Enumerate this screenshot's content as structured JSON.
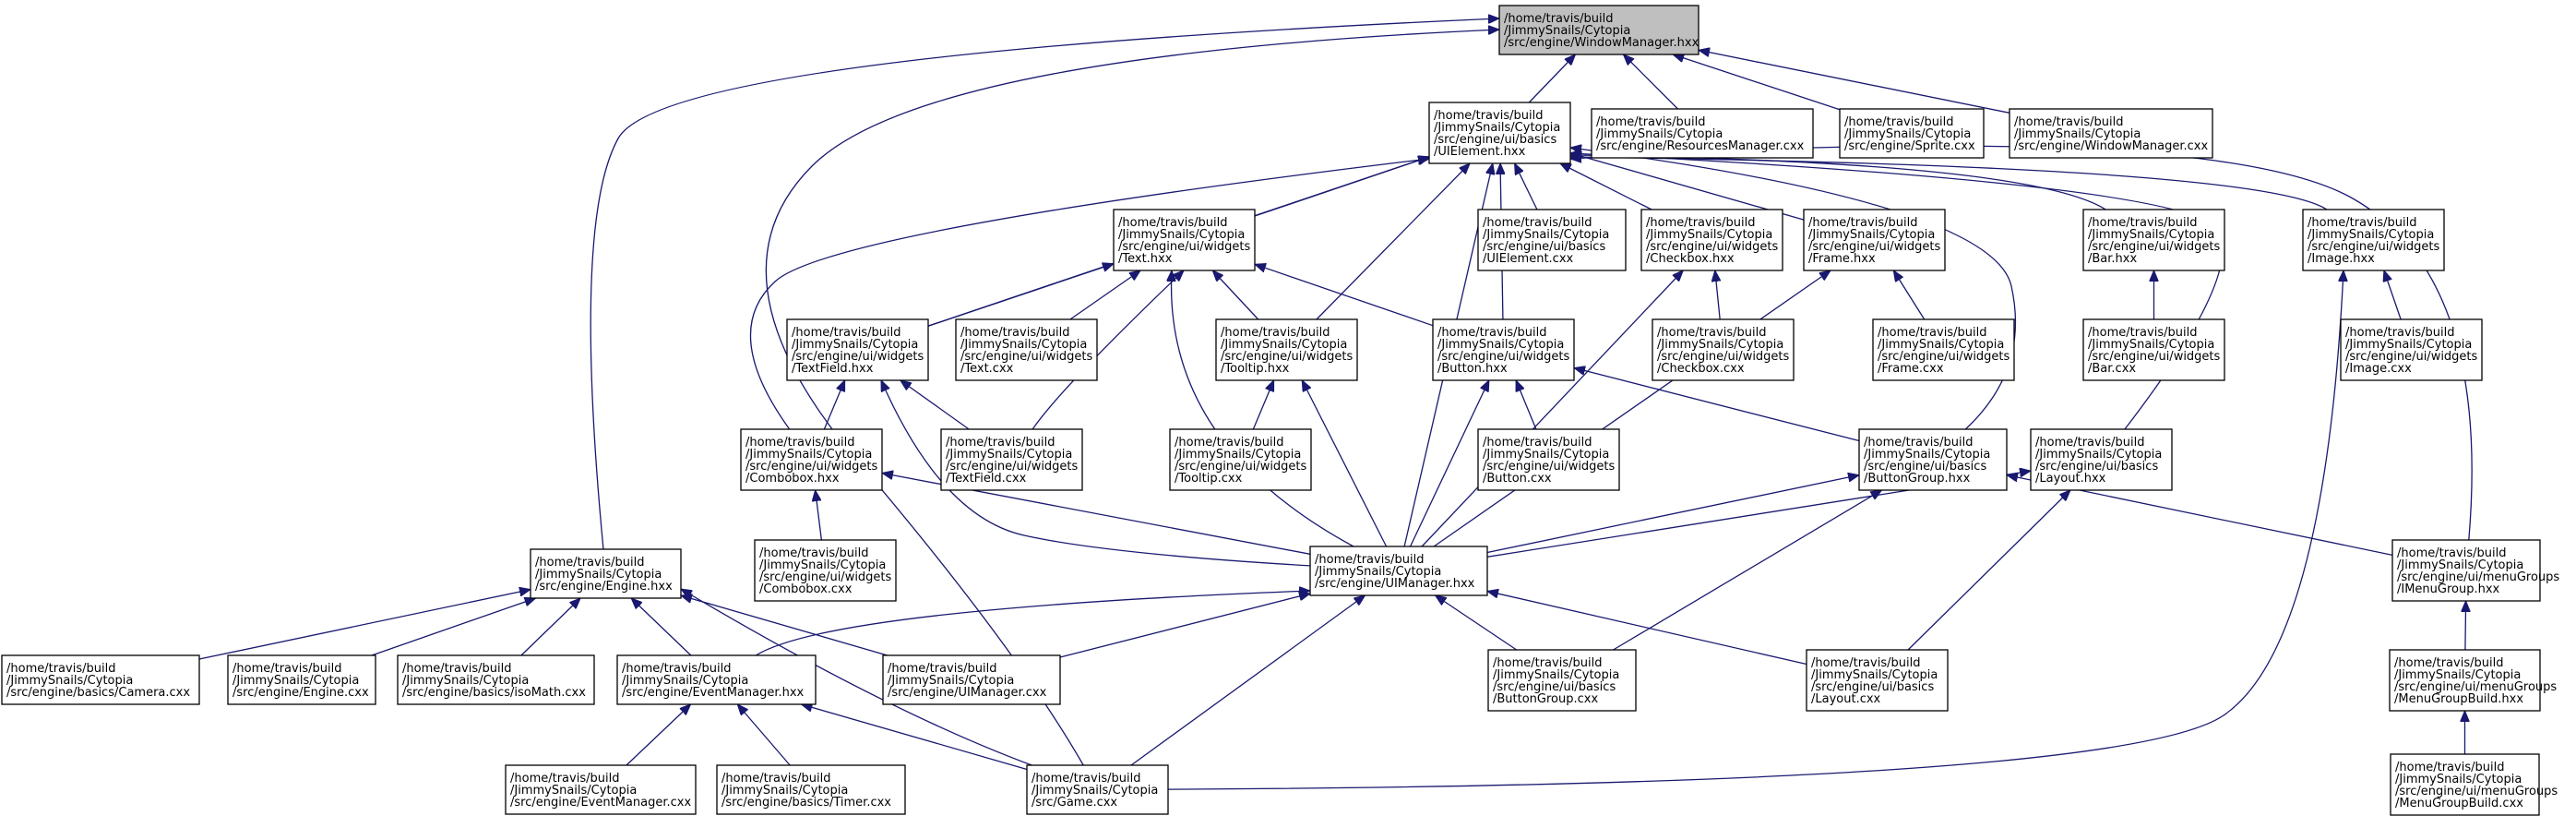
{
  "diagram": {
    "colors": {
      "edge": "#191970",
      "root_fill": "#bfbfbf",
      "node_fill": "#ffffff",
      "node_border": "#000000"
    },
    "nodes": [
      {
        "id": "n0",
        "lines": [
          "/home/travis/build",
          "/JimmySnails/Cytopia",
          "/src/engine/WindowManager.hxx"
        ],
        "root": true
      },
      {
        "id": "n1",
        "lines": [
          "/home/travis/build",
          "/JimmySnails/Cytopia",
          "/src/engine/ui/basics",
          "/UIElement.hxx"
        ]
      },
      {
        "id": "n2",
        "lines": [
          "/home/travis/build",
          "/JimmySnails/Cytopia",
          "/src/engine/ResourcesManager.cxx"
        ]
      },
      {
        "id": "n3",
        "lines": [
          "/home/travis/build",
          "/JimmySnails/Cytopia",
          "/src/engine/Sprite.cxx"
        ]
      },
      {
        "id": "n4",
        "lines": [
          "/home/travis/build",
          "/JimmySnails/Cytopia",
          "/src/engine/WindowManager.cxx"
        ]
      },
      {
        "id": "n5",
        "lines": [
          "/home/travis/build",
          "/JimmySnails/Cytopia",
          "/src/engine/ui/widgets",
          "/Text.hxx"
        ]
      },
      {
        "id": "n6",
        "lines": [
          "/home/travis/build",
          "/JimmySnails/Cytopia",
          "/src/engine/ui/basics",
          "/UIElement.cxx"
        ]
      },
      {
        "id": "n7",
        "lines": [
          "/home/travis/build",
          "/JimmySnails/Cytopia",
          "/src/engine/ui/widgets",
          "/Checkbox.hxx"
        ]
      },
      {
        "id": "n8",
        "lines": [
          "/home/travis/build",
          "/JimmySnails/Cytopia",
          "/src/engine/ui/widgets",
          "/Frame.hxx"
        ]
      },
      {
        "id": "n9",
        "lines": [
          "/home/travis/build",
          "/JimmySnails/Cytopia",
          "/src/engine/ui/widgets",
          "/Bar.hxx"
        ]
      },
      {
        "id": "n10",
        "lines": [
          "/home/travis/build",
          "/JimmySnails/Cytopia",
          "/src/engine/ui/widgets",
          "/Image.hxx"
        ]
      },
      {
        "id": "n11",
        "lines": [
          "/home/travis/build",
          "/JimmySnails/Cytopia",
          "/src/engine/ui/widgets",
          "/TextField.hxx"
        ]
      },
      {
        "id": "n12",
        "lines": [
          "/home/travis/build",
          "/JimmySnails/Cytopia",
          "/src/engine/ui/widgets",
          "/Text.cxx"
        ]
      },
      {
        "id": "n13",
        "lines": [
          "/home/travis/build",
          "/JimmySnails/Cytopia",
          "/src/engine/ui/widgets",
          "/Tooltip.hxx"
        ]
      },
      {
        "id": "n14",
        "lines": [
          "/home/travis/build",
          "/JimmySnails/Cytopia",
          "/src/engine/ui/widgets",
          "/Button.hxx"
        ]
      },
      {
        "id": "n15",
        "lines": [
          "/home/travis/build",
          "/JimmySnails/Cytopia",
          "/src/engine/ui/widgets",
          "/Checkbox.cxx"
        ]
      },
      {
        "id": "n16",
        "lines": [
          "/home/travis/build",
          "/JimmySnails/Cytopia",
          "/src/engine/ui/widgets",
          "/Frame.cxx"
        ]
      },
      {
        "id": "n17",
        "lines": [
          "/home/travis/build",
          "/JimmySnails/Cytopia",
          "/src/engine/ui/widgets",
          "/Bar.cxx"
        ]
      },
      {
        "id": "n18",
        "lines": [
          "/home/travis/build",
          "/JimmySnails/Cytopia",
          "/src/engine/ui/widgets",
          "/Image.cxx"
        ]
      },
      {
        "id": "n19",
        "lines": [
          "/home/travis/build",
          "/JimmySnails/Cytopia",
          "/src/engine/ui/widgets",
          "/Combobox.hxx"
        ]
      },
      {
        "id": "n20",
        "lines": [
          "/home/travis/build",
          "/JimmySnails/Cytopia",
          "/src/engine/ui/widgets",
          "/TextField.cxx"
        ]
      },
      {
        "id": "n21",
        "lines": [
          "/home/travis/build",
          "/JimmySnails/Cytopia",
          "/src/engine/ui/widgets",
          "/Tooltip.cxx"
        ]
      },
      {
        "id": "n22",
        "lines": [
          "/home/travis/build",
          "/JimmySnails/Cytopia",
          "/src/engine/ui/widgets",
          "/Button.cxx"
        ]
      },
      {
        "id": "n23",
        "lines": [
          "/home/travis/build",
          "/JimmySnails/Cytopia",
          "/src/engine/ui/basics",
          "/ButtonGroup.hxx"
        ]
      },
      {
        "id": "n24",
        "lines": [
          "/home/travis/build",
          "/JimmySnails/Cytopia",
          "/src/engine/ui/basics",
          "/Layout.hxx"
        ]
      },
      {
        "id": "n25",
        "lines": [
          "/home/travis/build",
          "/JimmySnails/Cytopia",
          "/src/engine/ui/widgets",
          "/Combobox.cxx"
        ]
      },
      {
        "id": "n26",
        "lines": [
          "/home/travis/build",
          "/JimmySnails/Cytopia",
          "/src/engine/Engine.hxx"
        ]
      },
      {
        "id": "n27",
        "lines": [
          "/home/travis/build",
          "/JimmySnails/Cytopia",
          "/src/engine/UIManager.hxx"
        ]
      },
      {
        "id": "n28",
        "lines": [
          "/home/travis/build",
          "/JimmySnails/Cytopia",
          "/src/engine/ui/menuGroups",
          "/IMenuGroup.hxx"
        ]
      },
      {
        "id": "n29",
        "lines": [
          "/home/travis/build",
          "/JimmySnails/Cytopia",
          "/src/engine/basics/Camera.cxx"
        ]
      },
      {
        "id": "n30",
        "lines": [
          "/home/travis/build",
          "/JimmySnails/Cytopia",
          "/src/engine/Engine.cxx"
        ]
      },
      {
        "id": "n31",
        "lines": [
          "/home/travis/build",
          "/JimmySnails/Cytopia",
          "/src/engine/basics/isoMath.cxx"
        ]
      },
      {
        "id": "n32",
        "lines": [
          "/home/travis/build",
          "/JimmySnails/Cytopia",
          "/src/engine/EventManager.hxx"
        ]
      },
      {
        "id": "n33",
        "lines": [
          "/home/travis/build",
          "/JimmySnails/Cytopia",
          "/src/engine/UIManager.cxx"
        ]
      },
      {
        "id": "n34",
        "lines": [
          "/home/travis/build",
          "/JimmySnails/Cytopia",
          "/src/engine/ui/basics",
          "/ButtonGroup.cxx"
        ]
      },
      {
        "id": "n35",
        "lines": [
          "/home/travis/build",
          "/JimmySnails/Cytopia",
          "/src/engine/ui/basics",
          "/Layout.cxx"
        ]
      },
      {
        "id": "n36",
        "lines": [
          "/home/travis/build",
          "/JimmySnails/Cytopia",
          "/src/engine/ui/menuGroups",
          "/MenuGroupBuild.hxx"
        ]
      },
      {
        "id": "n37",
        "lines": [
          "/home/travis/build",
          "/JimmySnails/Cytopia",
          "/src/engine/EventManager.cxx"
        ]
      },
      {
        "id": "n38",
        "lines": [
          "/home/travis/build",
          "/JimmySnails/Cytopia",
          "/src/engine/basics/Timer.cxx"
        ]
      },
      {
        "id": "n39",
        "lines": [
          "/home/travis/build",
          "/JimmySnails/Cytopia",
          "/src/Game.cxx"
        ]
      },
      {
        "id": "n40",
        "lines": [
          "/home/travis/build",
          "/JimmySnails/Cytopia",
          "/src/engine/ui/menuGroups",
          "/MenuGroupBuild.cxx"
        ]
      }
    ],
    "edges": [
      {
        "from": "n1",
        "to": "n0"
      },
      {
        "from": "n2",
        "to": "n0"
      },
      {
        "from": "n3",
        "to": "n0"
      },
      {
        "from": "n4",
        "to": "n0"
      },
      {
        "from": "n26",
        "to": "n0"
      },
      {
        "from": "n39",
        "to": "n0"
      },
      {
        "from": "n5",
        "to": "n1"
      },
      {
        "from": "n6",
        "to": "n1"
      },
      {
        "from": "n7",
        "to": "n1"
      },
      {
        "from": "n8",
        "to": "n1"
      },
      {
        "from": "n9",
        "to": "n1"
      },
      {
        "from": "n10",
        "to": "n1"
      },
      {
        "from": "n11",
        "to": "n1"
      },
      {
        "from": "n13",
        "to": "n1"
      },
      {
        "from": "n14",
        "to": "n1"
      },
      {
        "from": "n19",
        "to": "n1"
      },
      {
        "from": "n23",
        "to": "n1"
      },
      {
        "from": "n24",
        "to": "n1"
      },
      {
        "from": "n27",
        "to": "n1"
      },
      {
        "from": "n28",
        "to": "n1"
      },
      {
        "from": "n11",
        "to": "n5"
      },
      {
        "from": "n12",
        "to": "n5"
      },
      {
        "from": "n13",
        "to": "n5"
      },
      {
        "from": "n14",
        "to": "n5"
      },
      {
        "from": "n20",
        "to": "n5"
      },
      {
        "from": "n27",
        "to": "n5"
      },
      {
        "from": "n15",
        "to": "n7"
      },
      {
        "from": "n27",
        "to": "n7"
      },
      {
        "from": "n16",
        "to": "n8"
      },
      {
        "from": "n27",
        "to": "n8"
      },
      {
        "from": "n17",
        "to": "n9"
      },
      {
        "from": "n18",
        "to": "n10"
      },
      {
        "from": "n39",
        "to": "n10"
      },
      {
        "from": "n19",
        "to": "n11"
      },
      {
        "from": "n20",
        "to": "n11"
      },
      {
        "from": "n27",
        "to": "n11"
      },
      {
        "from": "n21",
        "to": "n13"
      },
      {
        "from": "n27",
        "to": "n13"
      },
      {
        "from": "n22",
        "to": "n14"
      },
      {
        "from": "n23",
        "to": "n14"
      },
      {
        "from": "n27",
        "to": "n14"
      },
      {
        "from": "n25",
        "to": "n19"
      },
      {
        "from": "n27",
        "to": "n19"
      },
      {
        "from": "n27",
        "to": "n23"
      },
      {
        "from": "n34",
        "to": "n23"
      },
      {
        "from": "n28",
        "to": "n23"
      },
      {
        "from": "n27",
        "to": "n24"
      },
      {
        "from": "n35",
        "to": "n24"
      },
      {
        "from": "n29",
        "to": "n26"
      },
      {
        "from": "n30",
        "to": "n26"
      },
      {
        "from": "n31",
        "to": "n26"
      },
      {
        "from": "n32",
        "to": "n26"
      },
      {
        "from": "n33",
        "to": "n26"
      },
      {
        "from": "n39",
        "to": "n26"
      },
      {
        "from": "n32",
        "to": "n27"
      },
      {
        "from": "n33",
        "to": "n27"
      },
      {
        "from": "n34",
        "to": "n27"
      },
      {
        "from": "n35",
        "to": "n27"
      },
      {
        "from": "n39",
        "to": "n27"
      },
      {
        "from": "n36",
        "to": "n28"
      },
      {
        "from": "n37",
        "to": "n32"
      },
      {
        "from": "n38",
        "to": "n32"
      },
      {
        "from": "n39",
        "to": "n32"
      },
      {
        "from": "n40",
        "to": "n36"
      }
    ]
  }
}
